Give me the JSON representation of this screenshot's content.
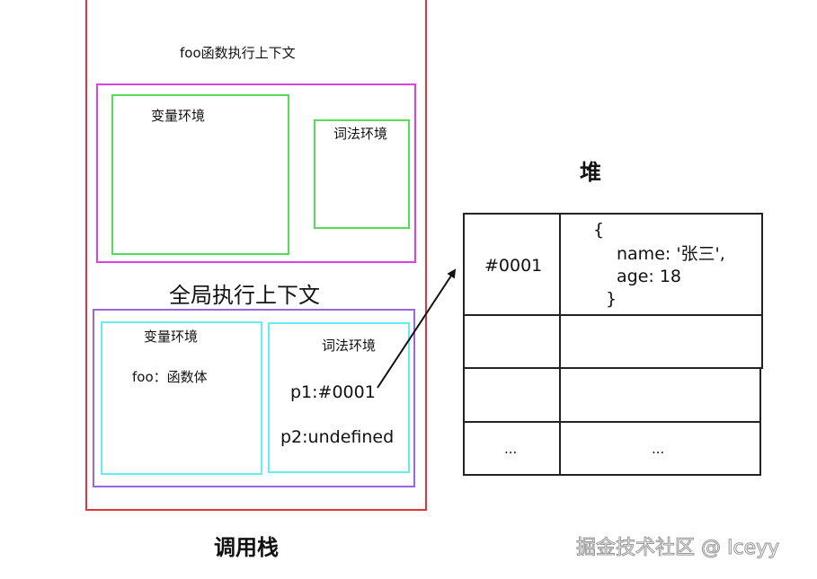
{
  "call_stack": {
    "label": "调用栈",
    "foo_context": {
      "title": "foo函数执行上下文",
      "variable_env_label": "变量环境",
      "lexical_env_label": "词法环境"
    },
    "global_context": {
      "title": "全局执行上下文",
      "variable_env_label": "变量环境",
      "variable_env_entry": "foo：函数体",
      "lexical_env_label": "词法环境",
      "lexical_entries": [
        "p1:#0001",
        "p2:undefined"
      ]
    }
  },
  "heap": {
    "label": "堆",
    "rows": [
      {
        "address": "#0001",
        "value_lines": [
          "{",
          "name: '张三',",
          "age: 18",
          "}"
        ]
      },
      {
        "address": "",
        "value_lines": []
      },
      {
        "address": "",
        "value_lines": []
      },
      {
        "address": "...",
        "value_lines": [
          "..."
        ]
      }
    ]
  },
  "watermark": "掘金技术社区 @ Iceyy",
  "colors": {
    "stack_border": "#e0343f",
    "foo_context_border": "#e040e0",
    "env_green": "#55dd55",
    "global_context_border": "#9a66dd",
    "env_cyan": "#66eeee"
  }
}
